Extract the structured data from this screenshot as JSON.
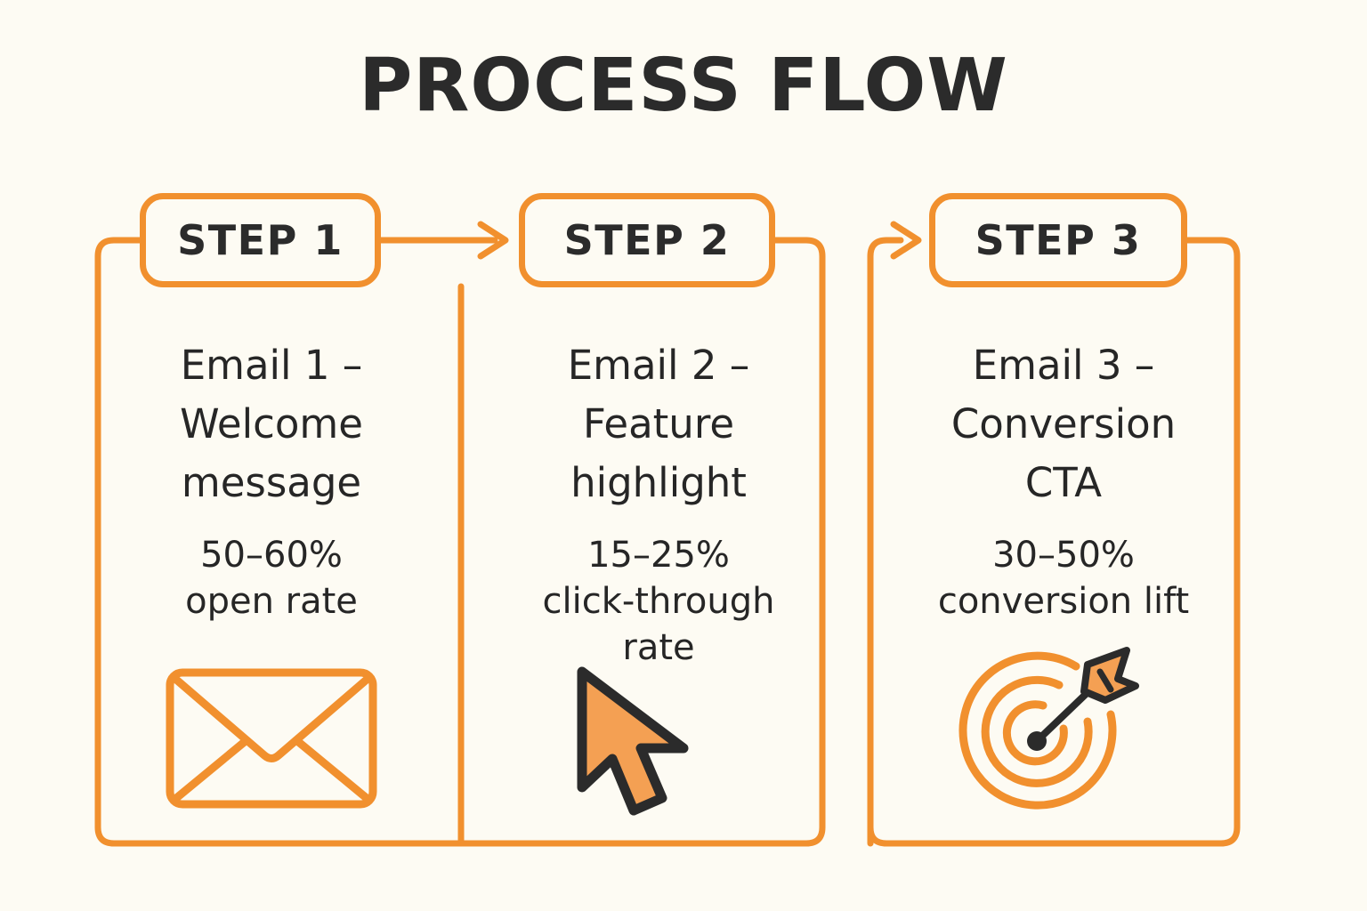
{
  "page": {
    "title": "PROCESS FLOW",
    "background_color": "#FDFBF3",
    "accent_color": "#F1902E",
    "text_color": "#262626"
  },
  "diagram": {
    "type": "process-flow",
    "orientation": "horizontal",
    "step_count": 3,
    "steps": [
      {
        "badge_label": "STEP 1",
        "title": "Email 1 –\nWelcome\nmessage",
        "metric": "50–60%\nopen rate",
        "metric_low": 50,
        "metric_high": 60,
        "metric_unit": "%",
        "metric_name": "open rate",
        "icon": "envelope-icon"
      },
      {
        "badge_label": "STEP 2",
        "title": "Email 2 –\nFeature\nhighlight",
        "metric": "15–25%\nclick-through\nrate",
        "metric_low": 15,
        "metric_high": 25,
        "metric_unit": "%",
        "metric_name": "click-through rate",
        "icon": "mouse-cursor-icon"
      },
      {
        "badge_label": "STEP 3",
        "title": "Email 3 –\nConversion\nCTA",
        "metric": "30–50%\nconversion lift",
        "metric_low": 30,
        "metric_high": 50,
        "metric_unit": "%",
        "metric_name": "conversion lift",
        "icon": "target-arrow-icon"
      }
    ],
    "connectors": [
      {
        "from": "STEP 1",
        "to": "STEP 2",
        "style": "arrow-right"
      },
      {
        "from": "STEP 2",
        "to": "STEP 3",
        "style": "arrow-right"
      }
    ]
  }
}
